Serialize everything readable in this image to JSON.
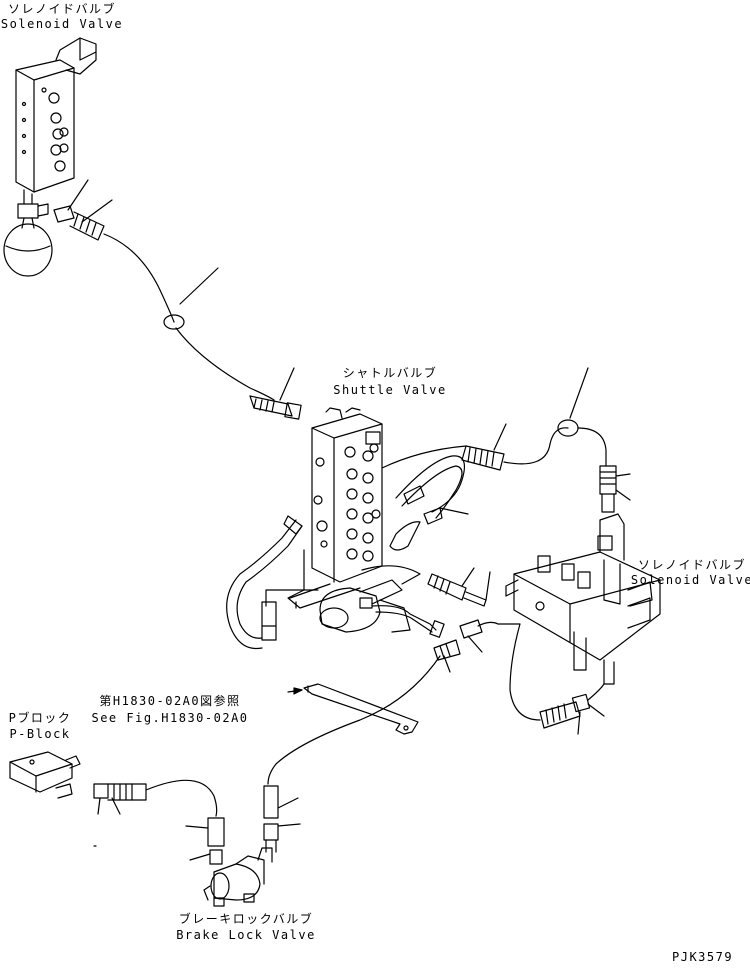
{
  "labels": {
    "solenoid_top_jp": "ソレノイドバルブ",
    "solenoid_top_en": "Solenoid Valve",
    "shuttle_jp": "シャトルバルブ",
    "shuttle_en": "Shuttle Valve",
    "solenoid_right_jp": "ソレノイドバルブ",
    "solenoid_right_en": "Solenoid Valve",
    "ref_jp": "第H1830-02A0図参照",
    "ref_en": "See Fig.H1830-02A0",
    "pblock_jp": "Pブロック",
    "pblock_en": "P-Block",
    "brake_jp": "ブレーキロックバルブ",
    "brake_en": "Brake Lock Valve",
    "drawing_no": "PJK3579"
  }
}
